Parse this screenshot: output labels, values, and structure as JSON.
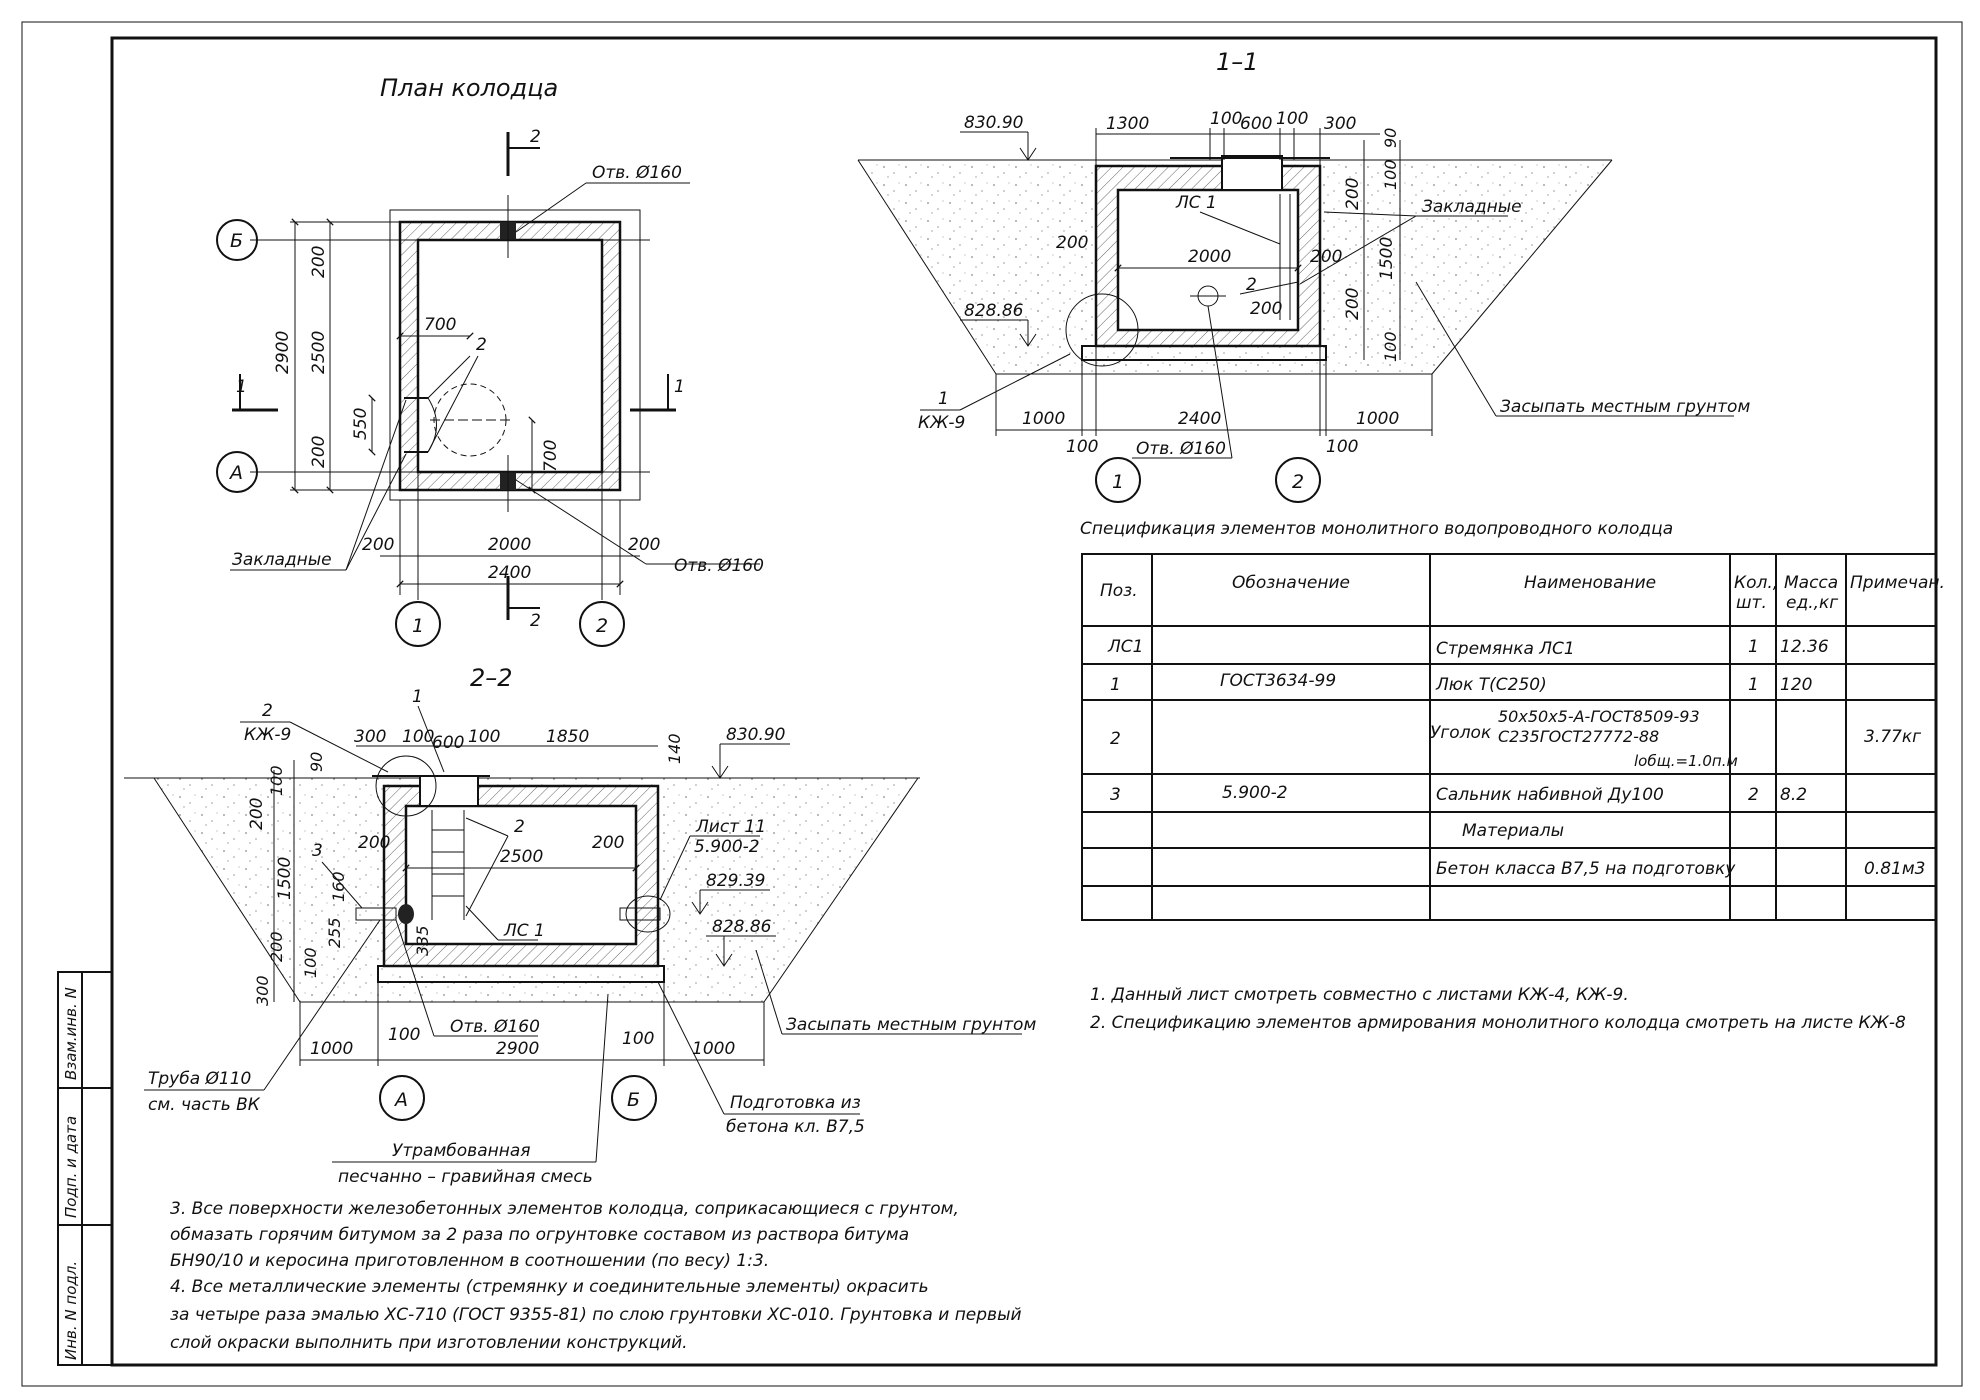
{
  "stamp_column": [
    "Взам.инв. N",
    "Подп. и дата",
    "Инв. N подл."
  ],
  "plan": {
    "title": "План колодца",
    "axis_letters": [
      "Б",
      "А"
    ],
    "axis_numbers": [
      "1",
      "2"
    ],
    "section_marks": [
      "1",
      "1",
      "2",
      "2"
    ],
    "labels": {
      "otv_top": "Отв. Ø160",
      "otv_bottom": "Отв. Ø160",
      "zakladnye": "Закладные",
      "mark2": "2"
    },
    "dims": {
      "d2900": "2900",
      "d2500": "2500",
      "d200a": "200",
      "d200b": "200",
      "d700": "700",
      "d550": "550",
      "d700v": "700",
      "d200c": "200",
      "d2000": "2000",
      "d200d": "200",
      "d2400": "2400"
    }
  },
  "section_1_1": {
    "title": "1–1",
    "level_top": "830.90",
    "level_bottom": "828.86",
    "labels": {
      "ls1": "ЛС 1",
      "zakladnye": "Закладные",
      "mark2": "2",
      "otv": "Отв. Ø160",
      "zasypat": "Засыпать местным грунтом",
      "node_num": "1",
      "node_ref": "КЖ-9"
    },
    "axis_numbers": [
      "1",
      "2"
    ],
    "dims": {
      "d1300": "1300",
      "d100a": "100",
      "d600": "600",
      "d100b": "100",
      "d300": "300",
      "d90": "90",
      "d100v": "100",
      "d200v1": "200",
      "d1500": "1500",
      "d200v2": "200",
      "d100v2": "100",
      "d200l": "200",
      "d2000": "2000",
      "d200in1": "200",
      "d200in2": "200",
      "d1000l": "1000",
      "d2400": "2400",
      "d1000r": "1000",
      "d100bl": "100",
      "d100br": "100"
    }
  },
  "section_2_2": {
    "title": "2–2",
    "level_top": "830.90",
    "level_mid": "829.39",
    "level_bottom": "828.86",
    "labels": {
      "node_num": "2",
      "node_ref": "КЖ-9",
      "mark1": "1",
      "mark2": "2",
      "mark3": "3",
      "ls1": "ЛС 1",
      "list11": "Лист 11",
      "series": "5.900-2",
      "otv": "Отв. Ø160",
      "zasypat": "Засыпать местным грунтом",
      "truba1": "Труба Ø110",
      "truba2": "см. часть ВК",
      "podg1": "Подготовка из",
      "podg2": "бетона кл. В7,5",
      "utramb1": "Утрамбованная",
      "utramb2": "песчанно     – гравийная смесь"
    },
    "axis_letters": [
      "А",
      "Б"
    ],
    "dims": {
      "d300": "300",
      "d100a": "100",
      "d600": "600",
      "d100b": "100",
      "d1850": "1850",
      "d140": "140",
      "d90": "90",
      "d100v": "100",
      "d200v": "200",
      "d1500": "1500",
      "d160": "160",
      "d255": "255",
      "d200b": "200",
      "d100c": "100",
      "d300b": "300",
      "d335": "335",
      "d200l": "200",
      "d2500": "2500",
      "d200r": "200",
      "d1000l": "1000",
      "d100l": "100",
      "d2900": "2900",
      "d100r": "100",
      "d1000r": "1000"
    }
  },
  "spec": {
    "title": "Спецификация элементов монолитного водопроводного колодца",
    "headers": {
      "pos": "Поз.",
      "oboz": "Обозначение",
      "name": "Наименование",
      "qty1": "Кол.,",
      "qty2": "шт.",
      "mass1": "Масса",
      "mass2": "ед.,кг",
      "note": "Примечан."
    },
    "rows": [
      {
        "pos": "ЛС1",
        "oboz": "",
        "name": "Стремянка ЛС1",
        "qty": "1",
        "mass": "12.36",
        "note": ""
      },
      {
        "pos": "1",
        "oboz": "ГОСТ3634-99",
        "name": "Люк Т(С250)",
        "qty": "1",
        "mass": "120",
        "note": ""
      },
      {
        "pos": "2",
        "oboz": "",
        "name": "Уголок",
        "name_l1": "50x50x5-А-ГОСТ8509-93",
        "name_l2": "С235ГОСТ27772-88",
        "name_l3": "lобщ.=1.0п.м",
        "qty": "",
        "mass": "",
        "note": "3.77кг"
      },
      {
        "pos": "3",
        "oboz": "5.900-2",
        "name": "Сальник набивной Ду100",
        "qty": "2",
        "mass": "8.2",
        "note": ""
      },
      {
        "pos": "",
        "oboz": "",
        "name": "Материалы",
        "qty": "",
        "mass": "",
        "note": ""
      },
      {
        "pos": "",
        "oboz": "",
        "name": "Бетон класса В7,5 на подготовку",
        "qty": "",
        "mass": "",
        "note": "0.81м3"
      }
    ]
  },
  "notes_right": [
    "1. Данный лист смотреть совместно с листами КЖ-4, КЖ-9.",
    "2. Спецификацию элементов армирования монолитного колодца смотреть на листе КЖ-8"
  ],
  "notes_bottom": [
    "3. Все поверхности железобетонных элементов колодца, соприкасающиеся с грунтом,",
    "обмазать горячим битумом за 2 раза по огрунтовке составом из раствора битума",
    "БН90/10 и керосина приготовленном в соотношении (по весу) 1:3.",
    "4. Все металлические элементы (стремянку и соединительные элементы) окрасить",
    "за четыре раза эмалью ХС-710 (ГОСТ 9355-81) по слою грунтовки ХС-010. Грунтовка и первый",
    "слой окраски выполнить при изготовлении конструкций."
  ]
}
